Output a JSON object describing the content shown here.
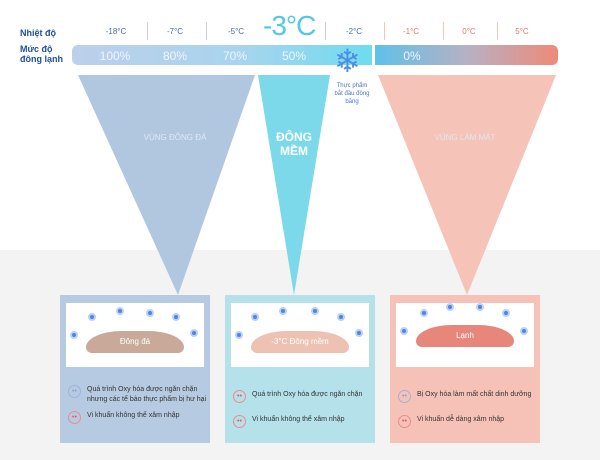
{
  "labels": {
    "temperature": "Nhiệt độ",
    "freeze_level": "Mức độ đông lạnh"
  },
  "temperatures": [
    "-18°C",
    "-7°C",
    "-5°C",
    "-3°C",
    "-2°C",
    "-1°C",
    "0°C",
    "5°C"
  ],
  "levels": [
    "100%",
    "80%",
    "70%",
    "50%",
    "0%"
  ],
  "snow_note": "Thực phẩm bắt đầu đông băng",
  "zones": [
    "VÙNG ĐÔNG ĐÁ",
    "ĐÔNG MỀM",
    "VÙNG LÀM MÁT"
  ],
  "boxes": [
    {
      "title": "Đông đá",
      "items": [
        {
          "mood": "sad",
          "text": "Quá trình Oxy hóa được ngăn chặn nhưng các tế bào thực phẩm bị hư hại"
        },
        {
          "mood": "happy",
          "text": "Vi khuẩn không thể xâm nhập"
        }
      ]
    },
    {
      "title": "-3°C Đông mềm",
      "items": [
        {
          "mood": "happy",
          "text": "Quá trình Oxy hóa được ngăn chặn"
        },
        {
          "mood": "happy",
          "text": "Vi khuẩn không thể xâm nhập"
        }
      ]
    },
    {
      "title": "Lạnh",
      "items": [
        {
          "mood": "sad",
          "text": "Bị Oxy hóa làm mất chất dinh dưỡng"
        },
        {
          "mood": "happy",
          "text": "Vi khuẩn dễ dàng xâm nhập"
        }
      ]
    }
  ],
  "colors": {
    "blue_zone": "#b1c7df",
    "cyan_zone": "#7cd9e9",
    "red_zone": "#f5c3b7"
  }
}
